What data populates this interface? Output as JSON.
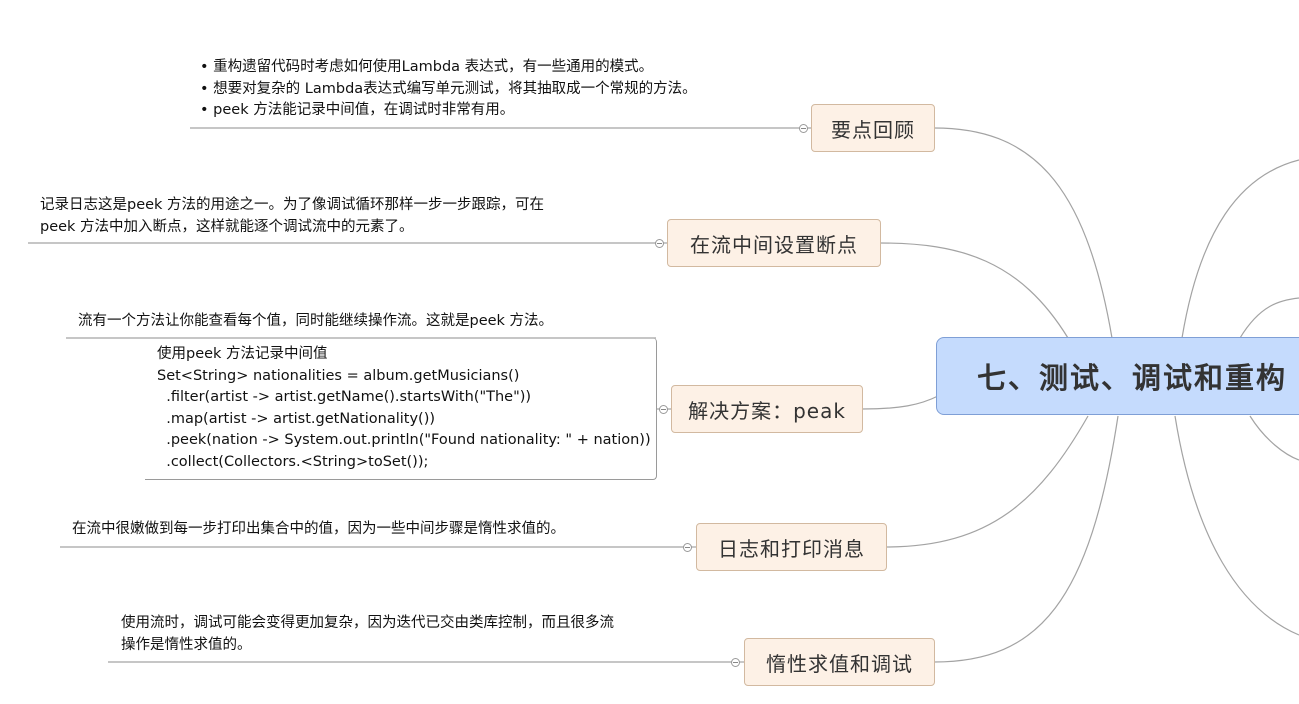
{
  "root": {
    "title": "七、测试、调试和重构"
  },
  "branches": [
    {
      "label": "要点回顾",
      "notes": [
        "重构遗留代码时考虑如何使用Lambda 表达式，有一些通用的模式。",
        "想要对复杂的 Lambda表达式编写单元测试，将其抽取成一个常规的方法。",
        "peek 方法能记录中间值，在调试时非常有用。"
      ]
    },
    {
      "label": "在流中间设置断点",
      "notes": [
        "记录日志这是peek 方法的用途之一。为了像调试循环那样一步一步跟踪，可在",
        "peek 方法中加入断点，这样就能逐个调试流中的元素了。"
      ]
    },
    {
      "label": "解决方案：peak",
      "notes": [
        "流有一个方法让你能查看每个值，同时能继续操作流。这就是peek 方法。"
      ],
      "code": [
        "使用peek 方法记录中间值",
        "Set<String> nationalities = album.getMusicians()",
        "  .filter(artist -> artist.getName().startsWith(\"The\"))",
        "  .map(artist -> artist.getNationality())",
        "  .peek(nation -> System.out.println(\"Found nationality: \" + nation))",
        "  .collect(Collectors.<String>toSet());"
      ]
    },
    {
      "label": "日志和打印消息",
      "notes": [
        "在流中很嫩做到每一步打印出集合中的值，因为一些中间步骤是惰性求值的。"
      ]
    },
    {
      "label": "惰性求值和调试",
      "notes": [
        "使用流时，调试可能会变得更加复杂，因为迭代已交由类库控制，而且很多流",
        "操作是惰性求值的。"
      ]
    }
  ],
  "colors": {
    "line": "#9a9a9a",
    "topic_bg": "#fdf1e6",
    "root_bg": "#c5dbfd"
  }
}
